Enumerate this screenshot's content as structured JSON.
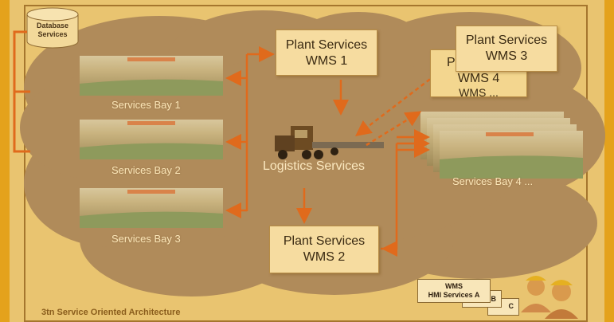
{
  "database": {
    "line1": "Database",
    "line2": "Services"
  },
  "bays": [
    {
      "label": "Services Bay 1"
    },
    {
      "label": "Services Bay 2"
    },
    {
      "label": "Services Bay 3"
    },
    {
      "label": "Services Bay 4 ..."
    }
  ],
  "wms1": {
    "line1": "Plant Services",
    "line2": "WMS 1"
  },
  "wms2": {
    "line1": "Plant Services",
    "line2": "WMS 2"
  },
  "wms3": {
    "line1": "Plant Services",
    "line2": "WMS 3"
  },
  "wms4_back": {
    "line1": "P",
    "line2": "WMS 4",
    "line3": "WMS ..."
  },
  "logistics": {
    "label": "Logistics Services"
  },
  "hmi": {
    "line1": "WMS",
    "line2": "HMI Services A",
    "b": "B",
    "c": "C"
  },
  "footer": {
    "title": "3tn Service Oriented Architecture"
  },
  "colors": {
    "background": "#e9c470",
    "cloud": "#b08b5a",
    "arrow": "#e06a1c",
    "box": "#f6dca0"
  }
}
